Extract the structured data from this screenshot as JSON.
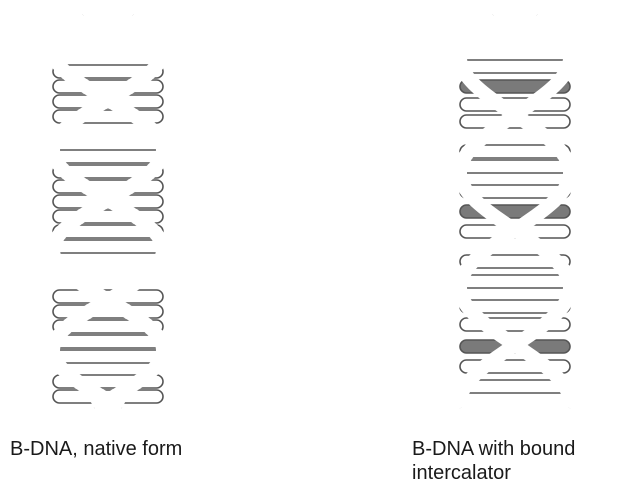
{
  "panels": [
    {
      "caption": "B-DNA, native form",
      "intercalated_pairs": 0
    },
    {
      "caption_line1": "B-DNA with bound",
      "caption_line2": "intercalator",
      "intercalated_pairs": 3,
      "intercalator_color": "#7a7a7a"
    }
  ],
  "colors": {
    "outline": "#555555",
    "fill": "#ffffff"
  }
}
